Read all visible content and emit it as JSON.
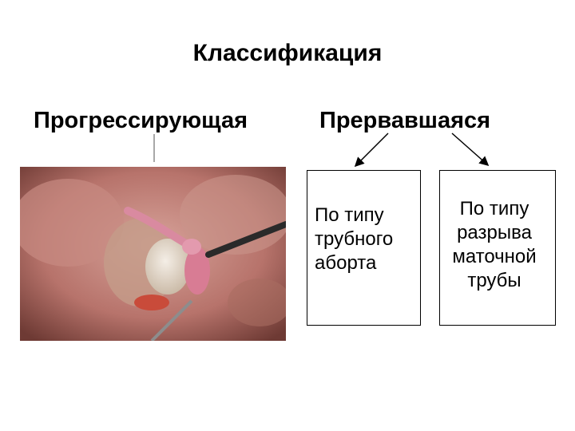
{
  "title": "Классификация",
  "left_label": "Прогрессирующая",
  "right_label": "Прервавшаяся",
  "box1": {
    "text": "По типу\nтрубного\nаборта"
  },
  "box2": {
    "text": "По типу\nразрыва\nматочной\nтрубы"
  },
  "colors": {
    "arrow": "#000000",
    "gray_line": "#a8a8a8",
    "tissue": "#c98b82",
    "tube": "#d98aa0"
  }
}
